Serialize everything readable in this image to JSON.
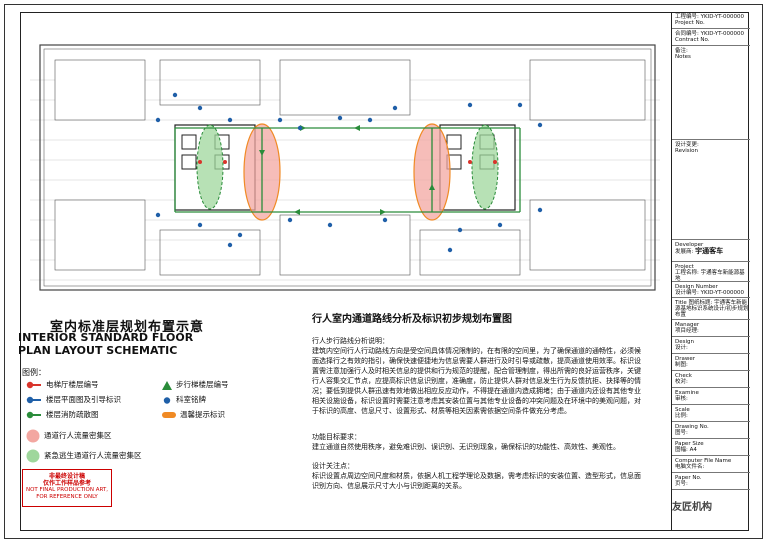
{
  "title": {
    "cn": "室内标准层规划布置示意",
    "en_line1": "INTERIOR STANDARD FLOOR",
    "en_line2": "PLAN LAYOUT SCHEMATIC"
  },
  "legend": {
    "heading": "图例：",
    "items": [
      {
        "id": "elevator-hall",
        "label": "电梯厅楼层编号"
      },
      {
        "id": "stair-floor",
        "label": "步行梯楼层编号"
      },
      {
        "id": "floor-plan-guide",
        "label": "楼层平面图及引导标识"
      },
      {
        "id": "science-sign",
        "label": "科室铭牌"
      },
      {
        "id": "fire-evac",
        "label": "楼层消防疏散图"
      },
      {
        "id": "reminder",
        "label": "温馨提示标识"
      },
      {
        "id": "traffic-zone",
        "label": "通道行人流量密集区"
      },
      {
        "id": "evac-zone",
        "label": "紧急逃生通道行人流量密集区"
      }
    ],
    "colors": {
      "red": "#d9342b",
      "green": "#2a8c3a",
      "blue": "#1f5fa8",
      "orange": "#f08a24",
      "pink": "#f3a7a1",
      "lightgreen": "#9fd79c"
    }
  },
  "warning": {
    "line1": "非最终设计稿",
    "line2": "仅作工作样品参考",
    "line3": "NOT FINAL PRODUCTION ART,",
    "line4": "FOR REFERENCE ONLY"
  },
  "description": {
    "title": "行人室内通道路线分析及标识初步规划布置图",
    "p1_head": "行人步行路线分析说明：",
    "p1": "建筑内空间行人行动路线方向是受空间具体情况限制的，在有限的空间里，为了确保通道的通畅性，必须候面选择行之有效的指引，确保快速便捷地为信息需要人群进行及时引导或疏散，提高通道使用效率。标识设置需注意加强行人及时相关信息的提供和行为规范的提醒，配合管理制度，得出所需的良好运营秩序，关键行人容集交汇节点，应提高标识信息识别度，准确度，防止提供人群对信息发生行为反馈抗拒、抉择等的情况；要低到提供人群迅速有效地做出相应反应动作，不得提在通道内造成拥堵；由于通道内还设有其他专业相关设施设备，标识设置时需要注意考虑其安装位置与其他专业设备的冲突问题及在环境中的美观问题，对于标识的高度、信息尺寸、设置形式、材质等相关因素需依据空间条件做充分考虑。",
    "p2_head": "功能目标要求：",
    "p2": "建立通道自然使用秩序，避免难识别、误识别、无识别现象，确保标识的功能性、高效性、美观性。",
    "p3_head": "设计关注点：",
    "p3": "标识设置点周边空间尺度和材质，依据人机工程学理论及数据，需考虑标识的安装位置、造型形式，信息面识别方向、信息展示尺寸大小与识别距离的关系。"
  },
  "title_block": {
    "project_no_label": "工程编号:",
    "project_no_en": "Project No.",
    "project_no": "YKID-YT-000000",
    "contract_no_label": "合同编号:",
    "contract_no_en": "Contract No.",
    "contract_no": "YKID-YT-000000",
    "notes_label": "备注:",
    "notes_en": "Notes",
    "revision_label": "设计变更:",
    "revision_en": "Revision",
    "developer_label": "Developer",
    "developer_cn": "发展商:",
    "developer": "宇通客车",
    "project_label": "Project",
    "project_cn": "工程名称:",
    "project": "宇通客车新能源基地",
    "drawing_number_label": "Design Number",
    "drawing_number_cn": "设计编号:",
    "drawing_number": "YKID-YT-000000",
    "drawing_title_label": "Title",
    "drawing_title_cn": "图纸标题:",
    "drawing_title": "宇通客车新能源基地标识系统设计/初步规划布置",
    "rows": [
      {
        "en": "Manager",
        "cn": "项目经理:"
      },
      {
        "en": "Design",
        "cn": "设计:"
      },
      {
        "en": "Drawer",
        "cn": "制图:"
      },
      {
        "en": "Check",
        "cn": "校对:"
      },
      {
        "en": "Examine",
        "cn": "审核:"
      },
      {
        "en": "Scale",
        "cn": "比例:"
      },
      {
        "en": "Drawing No.",
        "cn": "图号:"
      },
      {
        "en": "Paper Size",
        "cn": "图幅:",
        "value": "A4"
      },
      {
        "en": "Computer File Name",
        "cn": "电脑文件名:"
      },
      {
        "en": "Paper No.",
        "cn": "页号:"
      }
    ],
    "brand": "友匠机构"
  }
}
